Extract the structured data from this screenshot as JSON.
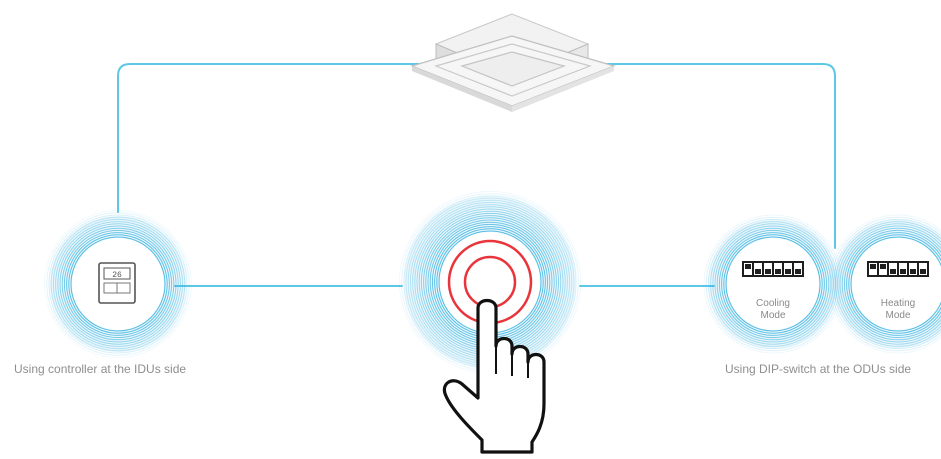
{
  "colors": {
    "wire": "#5cc8e6",
    "glow": "#3db4e0",
    "ring_red": "#e8343a",
    "caption_text": "#8e8e8e",
    "dip_dark": "#1e1e1e"
  },
  "icons": {
    "indoor_unit": "ceiling-cassette-icon",
    "controller": "wall-controller-icon",
    "dip_switch": "dip-switch-icon",
    "hand": "pointing-hand-icon"
  },
  "controller": {
    "display": "26"
  },
  "cooling": {
    "line1": "Cooling",
    "line2": "Mode",
    "switch_states": [
      0,
      1,
      1,
      1,
      1,
      1
    ]
  },
  "heating": {
    "line1": "Heating",
    "line2": "Mode",
    "switch_states": [
      0,
      0,
      1,
      1,
      1,
      1
    ]
  },
  "captions": {
    "left": "Using controller at the IDUs side",
    "right": "Using DIP-switch at the ODUs side"
  }
}
